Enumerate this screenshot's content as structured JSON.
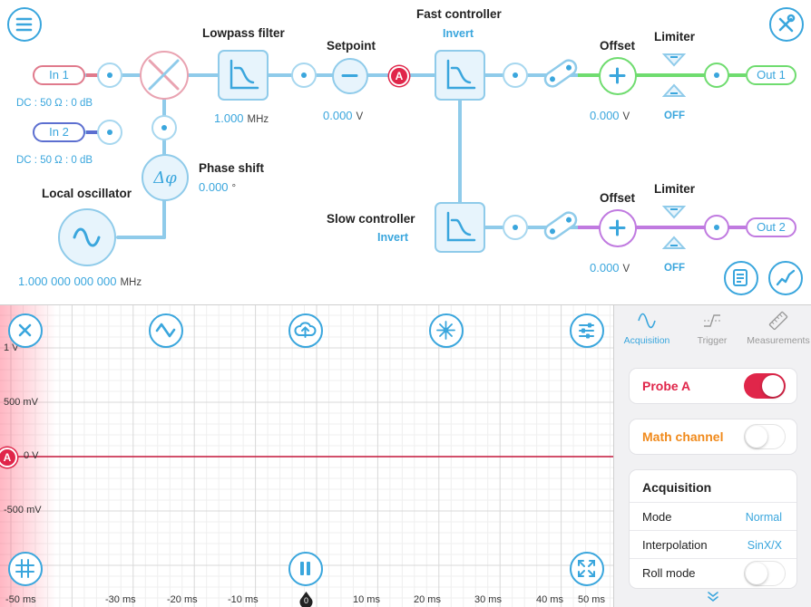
{
  "colors": {
    "accent": "#3aa6dd",
    "wire": "#8fcbea",
    "in1": "#e07a8c",
    "in2": "#5c6fd0",
    "out1": "#6fdc6f",
    "out2": "#c07ae0",
    "probe": "#e0264a",
    "math": "#f08a1c"
  },
  "diagram": {
    "in1": {
      "label": "In 1",
      "info": "DC : 50 Ω : 0 dB"
    },
    "in2": {
      "label": "In 2",
      "info": "DC : 50 Ω : 0 dB"
    },
    "lowpass": {
      "title": "Lowpass filter",
      "value": "1.000",
      "unit": "MHz"
    },
    "setpoint": {
      "title": "Setpoint",
      "value": "0.000",
      "unit": "V"
    },
    "probe_marker": "A",
    "fast": {
      "title": "Fast controller",
      "mode": "Invert"
    },
    "slow": {
      "title": "Slow controller",
      "mode": "Invert"
    },
    "phase": {
      "title": "Phase shift",
      "value": "0.000",
      "unit": "°",
      "symbol": "Δφ"
    },
    "oscillator": {
      "title": "Local oscillator",
      "value": "1.000 000 000 000",
      "unit": "MHz"
    },
    "offset1": {
      "title": "Offset",
      "value": "0.000",
      "unit": "V"
    },
    "offset2": {
      "title": "Offset",
      "value": "0.000",
      "unit": "V"
    },
    "limiter1": {
      "title": "Limiter",
      "state": "OFF"
    },
    "limiter2": {
      "title": "Limiter",
      "state": "OFF"
    },
    "out1": {
      "label": "Out 1"
    },
    "out2": {
      "label": "Out 2"
    }
  },
  "toolbar_icons": [
    "menu-icon",
    "settings-icon",
    "notes-icon",
    "graph-icon"
  ],
  "scope": {
    "y_ticks": [
      "1 V",
      "500 mV",
      "0 V",
      "-500 mV"
    ],
    "x_ticks": [
      "-50 ms",
      "-30 ms",
      "-20 ms",
      "-10 ms",
      "0",
      "10 ms",
      "20 ms",
      "30 ms",
      "40 ms",
      "50 ms"
    ],
    "channel_marker": "A",
    "trace_level_v": 0.0
  },
  "panel": {
    "tabs": [
      {
        "label": "Acquisition",
        "active": true
      },
      {
        "label": "Trigger",
        "active": false
      },
      {
        "label": "Measurements",
        "active": false
      }
    ],
    "probe_a": {
      "label": "Probe A",
      "enabled": true
    },
    "math": {
      "label": "Math channel",
      "enabled": false
    },
    "acquisition": {
      "title": "Acquisition",
      "rows": [
        {
          "key": "Mode",
          "value": "Normal"
        },
        {
          "key": "Interpolation",
          "value": "SinX/X"
        },
        {
          "key": "Roll mode",
          "value": ""
        }
      ],
      "roll_mode_enabled": false
    }
  }
}
